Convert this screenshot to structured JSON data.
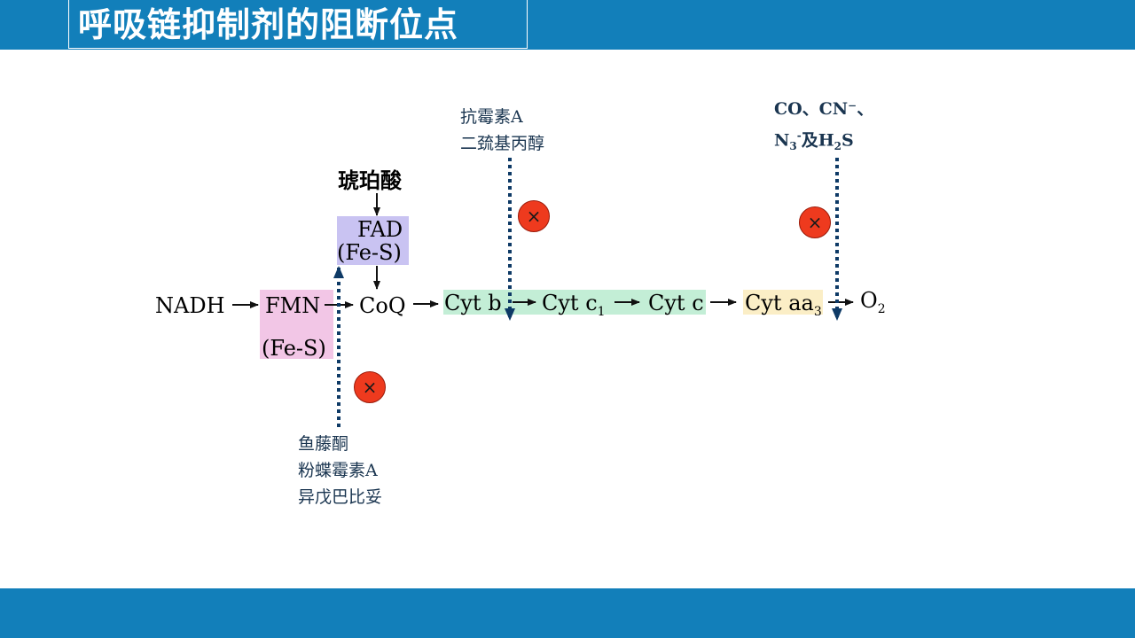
{
  "header": {
    "title": "呼吸链抑制剂的阻断位点"
  },
  "nodes": {
    "nadh": "NADH",
    "fmn": "FMN",
    "fmn_fes": "(Fe-S)",
    "succinate": "琥珀酸",
    "fad": "FAD",
    "fad_fes": "(Fe-S)",
    "coq": "CoQ",
    "cytb": "Cyt b",
    "cytc1": "Cyt c",
    "cytc1_sub": "1",
    "cytc": "Cyt c",
    "cytaa3": "Cyt aa",
    "cytaa3_sub": "3",
    "o2": "O",
    "o2_sub": "2"
  },
  "inhibitors": {
    "complex1": [
      "鱼藤酮",
      "粉蝶霉素A",
      "异戊巴比妥"
    ],
    "complex3": [
      "抗霉素A",
      "二巯基丙醇"
    ],
    "complex4": {
      "line1": "CO、CN⁻、",
      "line2_n": "N",
      "line2_n_sub": "3",
      "line2_n_sup": "-",
      "line2_mid": "及H",
      "line2_h_sub": "2",
      "line2_s": "S"
    }
  },
  "block_symbol": "×",
  "colors": {
    "bar": "#127fba",
    "fmn_box": "#f2c6e6",
    "fad_box": "#c9c3f2",
    "cyt_box": "#c3eed6",
    "aa3_box": "#fbeec6",
    "block": "#ee3a1e",
    "arrow_dashed": "#0e3a66"
  }
}
